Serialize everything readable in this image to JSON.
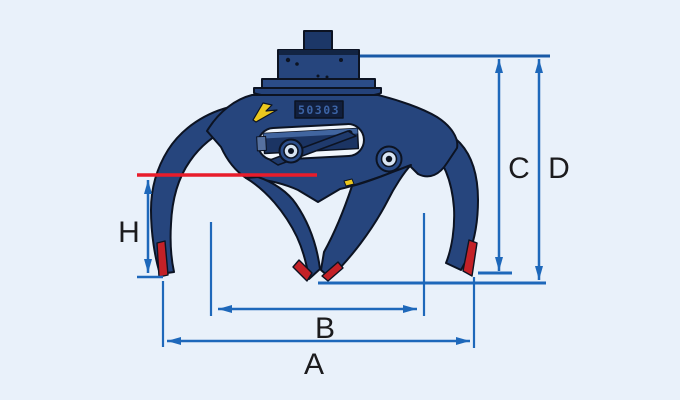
{
  "dimension_labels": {
    "a": "A",
    "b": "B",
    "c": "C",
    "d": "D",
    "h": "H"
  },
  "machine": {
    "plate_text": "50303"
  },
  "colors": {
    "background": "#e9f1fa",
    "machine_body_blue": "#26457d",
    "machine_shadow_blue": "#13274c",
    "outline_black": "#0c1322",
    "dimension_blue": "#1e68ba",
    "top_reference_blue": "#1859a6",
    "reference_red": "#e81c2b",
    "blade_red": "#c42127",
    "decal_yellow": "#ecc81e",
    "label_text": "#1b1b1d"
  }
}
